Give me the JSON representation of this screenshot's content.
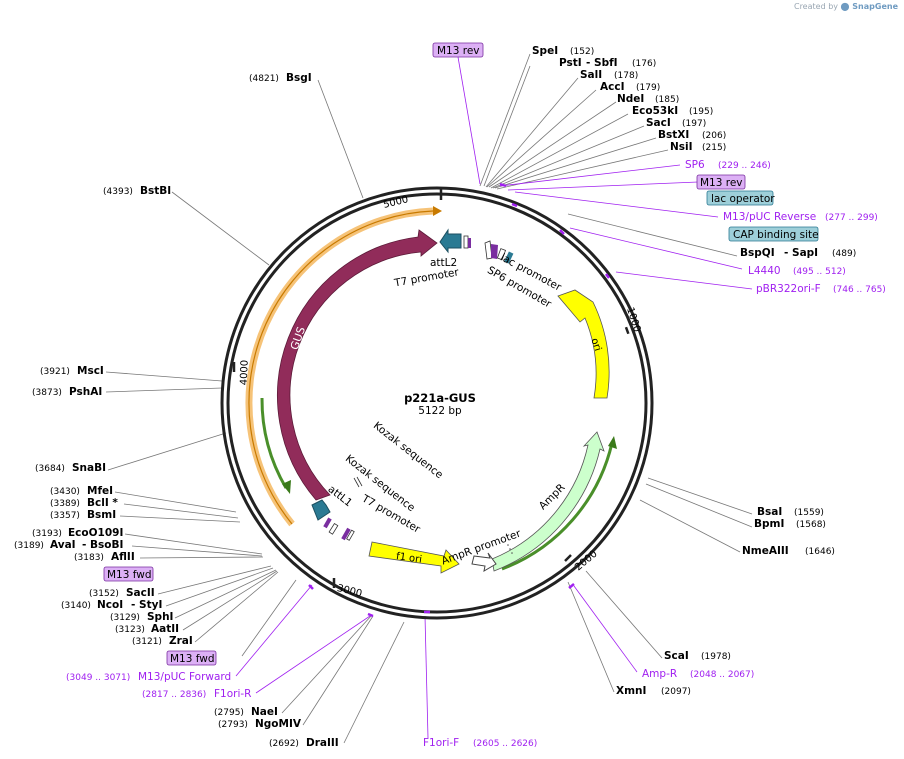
{
  "credit": {
    "text": "Created by",
    "brand": "SnapGene"
  },
  "plasmid": {
    "name": "p221a-GUS",
    "length_label": "5122 bp",
    "length": 5122
  },
  "ticks": [
    "1000",
    "2000",
    "3000",
    "4000",
    "5000"
  ],
  "enzymes_right": [
    {
      "name": "SpeI",
      "pos": "(152)"
    },
    {
      "name": "PstI",
      "sep": "- SbfI",
      "pos": "(176)"
    },
    {
      "name": "SalI",
      "pos": "(178)"
    },
    {
      "name": "AccI",
      "pos": "(179)"
    },
    {
      "name": "NdeI",
      "pos": "(185)"
    },
    {
      "name": "Eco53kI",
      "pos": "(195)"
    },
    {
      "name": "SacI",
      "pos": "(197)"
    },
    {
      "name": "BstXI",
      "pos": "(206)"
    },
    {
      "name": "NsiI",
      "pos": "(215)"
    },
    {
      "name": "BspQI",
      "sep": "- SapI",
      "pos": "(489)"
    },
    {
      "name": "BsaI",
      "pos": "(1559)"
    },
    {
      "name": "BpmI",
      "pos": "(1568)"
    },
    {
      "name": "NmeAIII",
      "pos": "(1646)"
    },
    {
      "name": "ScaI",
      "pos": "(1978)"
    },
    {
      "name": "XmnI",
      "pos": "(2097)"
    }
  ],
  "enzymes_left": [
    {
      "name": "BsgI",
      "pos": "(4821)"
    },
    {
      "name": "BstBI",
      "pos": "(4393)"
    },
    {
      "name": "MscI",
      "pos": "(3921)"
    },
    {
      "name": "PshAI",
      "pos": "(3873)"
    },
    {
      "name": "SnaBI",
      "pos": "(3684)"
    },
    {
      "name": "MfeI",
      "pos": "(3430)"
    },
    {
      "name": "BclI *",
      "pos": "(3389)"
    },
    {
      "name": "BsmI",
      "pos": "(3357)"
    },
    {
      "name": "EcoO109I",
      "pos": "(3193)"
    },
    {
      "name": "AvaI",
      "sep": "- BsoBI",
      "pos": "(3189)"
    },
    {
      "name": "AflII",
      "pos": "(3183)"
    },
    {
      "name": "SacII",
      "pos": "(3152)"
    },
    {
      "name": "NcoI",
      "sep": "- StyI",
      "pos": "(3140)"
    },
    {
      "name": "SphI",
      "pos": "(3129)"
    },
    {
      "name": "AatII",
      "pos": "(3123)"
    },
    {
      "name": "ZraI",
      "pos": "(3121)"
    },
    {
      "name": "NaeI",
      "pos": "(2795)"
    },
    {
      "name": "NgoMIV",
      "pos": "(2793)"
    },
    {
      "name": "DraIII",
      "pos": "(2692)"
    }
  ],
  "primers": [
    {
      "name": "SP6",
      "pos": "(229 .. 246)"
    },
    {
      "name": "M13/pUC Reverse",
      "pos": "(277 .. 299)"
    },
    {
      "name": "L4440",
      "pos": "(495 .. 512)"
    },
    {
      "name": "pBR322ori-F",
      "pos": "(746 .. 765)"
    },
    {
      "name": "Amp-R",
      "pos": "(2048 .. 2067)"
    },
    {
      "name": "F1ori-F",
      "pos": "(2605 .. 2626)"
    },
    {
      "name": "F1ori-R",
      "pos": "(2817 .. 2836)"
    },
    {
      "name": "M13/pUC Forward",
      "pos": "(3049 .. 3071)"
    }
  ],
  "boxed_labels": [
    "M13 rev",
    "M13 rev",
    "lac operator",
    "CAP binding site",
    "M13 fwd",
    "M13 fwd"
  ],
  "features": [
    "GUS",
    "ori",
    "AmpR",
    "f1 ori",
    "attL2",
    "attL1",
    "T7 promoter",
    "T7 promoter",
    "lac promoter",
    "SP6 promoter",
    "Kozak sequence",
    "Kozak sequence",
    "AmpR promoter"
  ]
}
